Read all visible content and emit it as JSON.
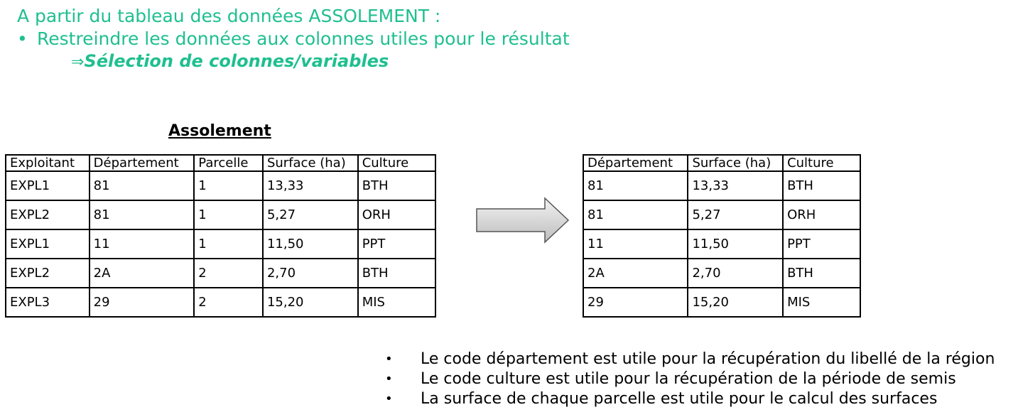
{
  "intro": {
    "line1": "A partir du tableau des données ASSOLEMENT :",
    "bullet_symbol": "•",
    "line2": "Restreindre les données aux colonnes utiles pour le résultat",
    "implies_symbol": "⇒",
    "line3": "Sélection de colonnes/variables"
  },
  "source_table": {
    "title": "Assolement",
    "headers": [
      "Exploitant",
      "Département",
      "Parcelle",
      "Surface (ha)",
      "Culture"
    ],
    "rows": [
      [
        "EXPL1",
        "81",
        "1",
        "13,33",
        "BTH"
      ],
      [
        "EXPL2",
        "81",
        "1",
        "5,27",
        "ORH"
      ],
      [
        "EXPL1",
        "11",
        "1",
        "11,50",
        "PPT"
      ],
      [
        "EXPL2",
        "2A",
        "2",
        "2,70",
        "BTH"
      ],
      [
        "EXPL3",
        "29",
        "2",
        "15,20",
        "MIS"
      ]
    ]
  },
  "result_table": {
    "headers": [
      "Département",
      "Surface (ha)",
      "Culture"
    ],
    "rows": [
      [
        "81",
        "13,33",
        "BTH"
      ],
      [
        "81",
        "5,27",
        "ORH"
      ],
      [
        "11",
        "11,50",
        "PPT"
      ],
      [
        "2A",
        "2,70",
        "BTH"
      ],
      [
        "29",
        "15,20",
        "MIS"
      ]
    ]
  },
  "notes": [
    "Le code département est utile pour la récupération du libellé de la région",
    "Le code culture est utile pour la récupération de la période de semis",
    "La surface de chaque parcelle est utile pour le calcul des surfaces"
  ],
  "colors": {
    "accent": "#1fbf8f",
    "arrow_fill": "#d9d9d9",
    "arrow_stroke": "#555555"
  }
}
